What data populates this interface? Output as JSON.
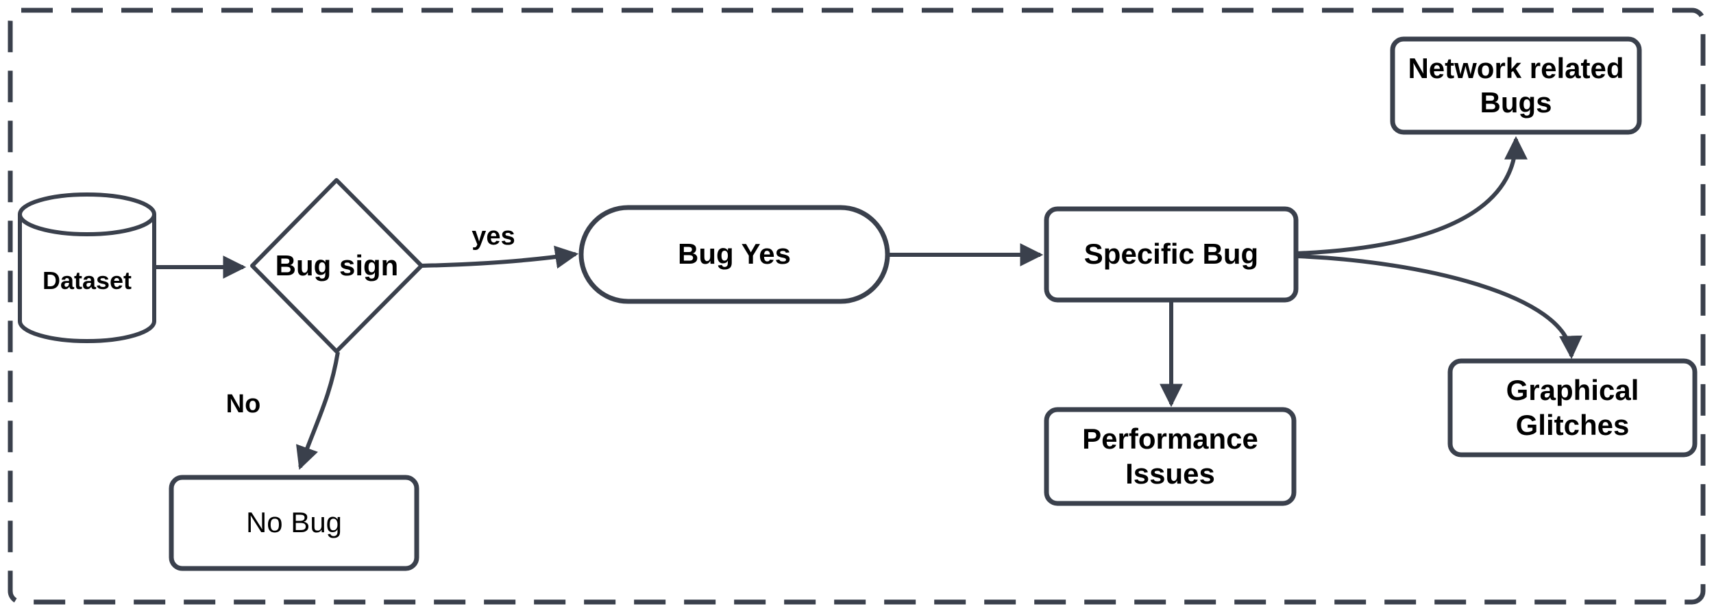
{
  "diagram": {
    "type": "flowchart",
    "colors": {
      "stroke": "#3a404c",
      "text": "#000000",
      "fill": "#ffffff"
    },
    "nodes": {
      "dataset": {
        "label": "Dataset",
        "shape": "cylinder"
      },
      "bug_sign": {
        "label": "Bug sign",
        "shape": "decision-diamond"
      },
      "bug_yes": {
        "label": "Bug Yes",
        "shape": "stadium"
      },
      "specific_bug": {
        "label": "Specific Bug",
        "shape": "rounded-rectangle"
      },
      "network_bugs": {
        "label": "Network related Bugs",
        "shape": "rounded-rectangle"
      },
      "graphical_glitches": {
        "label": "Graphical Glitches",
        "shape": "rounded-rectangle"
      },
      "performance_issues": {
        "label": "Performance Issues",
        "shape": "rounded-rectangle"
      },
      "no_bug": {
        "label": "No Bug",
        "shape": "rounded-rectangle"
      }
    },
    "edges": {
      "dataset_to_bug_sign": {
        "label": ""
      },
      "bug_sign_to_bug_yes": {
        "label": "yes"
      },
      "bug_sign_to_no_bug": {
        "label": "No"
      },
      "bug_yes_to_specific_bug": {
        "label": ""
      },
      "specific_bug_to_performance": {
        "label": ""
      },
      "specific_bug_to_network_bugs": {
        "label": ""
      },
      "specific_bug_to_graphical": {
        "label": ""
      }
    }
  }
}
